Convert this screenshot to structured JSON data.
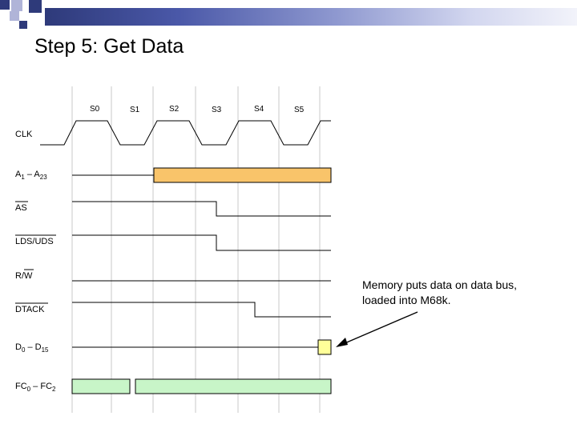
{
  "title": "Step 5: Get Data",
  "states": [
    "S0",
    "S1",
    "S2",
    "S3",
    "S4",
    "S5"
  ],
  "signals": {
    "clk": "CLK",
    "addr_main": "A",
    "addr_sub1": "1",
    "addr_dash": " – A",
    "addr_sub2": "23",
    "as": "AS",
    "lds_uds": "LDS/UDS",
    "rw_r": "R/",
    "rw_w": "W",
    "dtack": "DTACK",
    "data_main": "D",
    "data_sub1": "0",
    "data_dash": " – D",
    "data_sub2": "15",
    "fc_main": "FC",
    "fc_sub1": "0",
    "fc_dash": " – FC",
    "fc_sub2": "2"
  },
  "annotation": {
    "line1": "Memory puts data on data bus,",
    "line2": "loaded into M68k."
  },
  "colors": {
    "address_fill": "#f9c46a",
    "data_fill": "#ffff99",
    "fc_fill": "#c8f5c8",
    "line": "#000000",
    "grid": "#c8c8c8"
  }
}
